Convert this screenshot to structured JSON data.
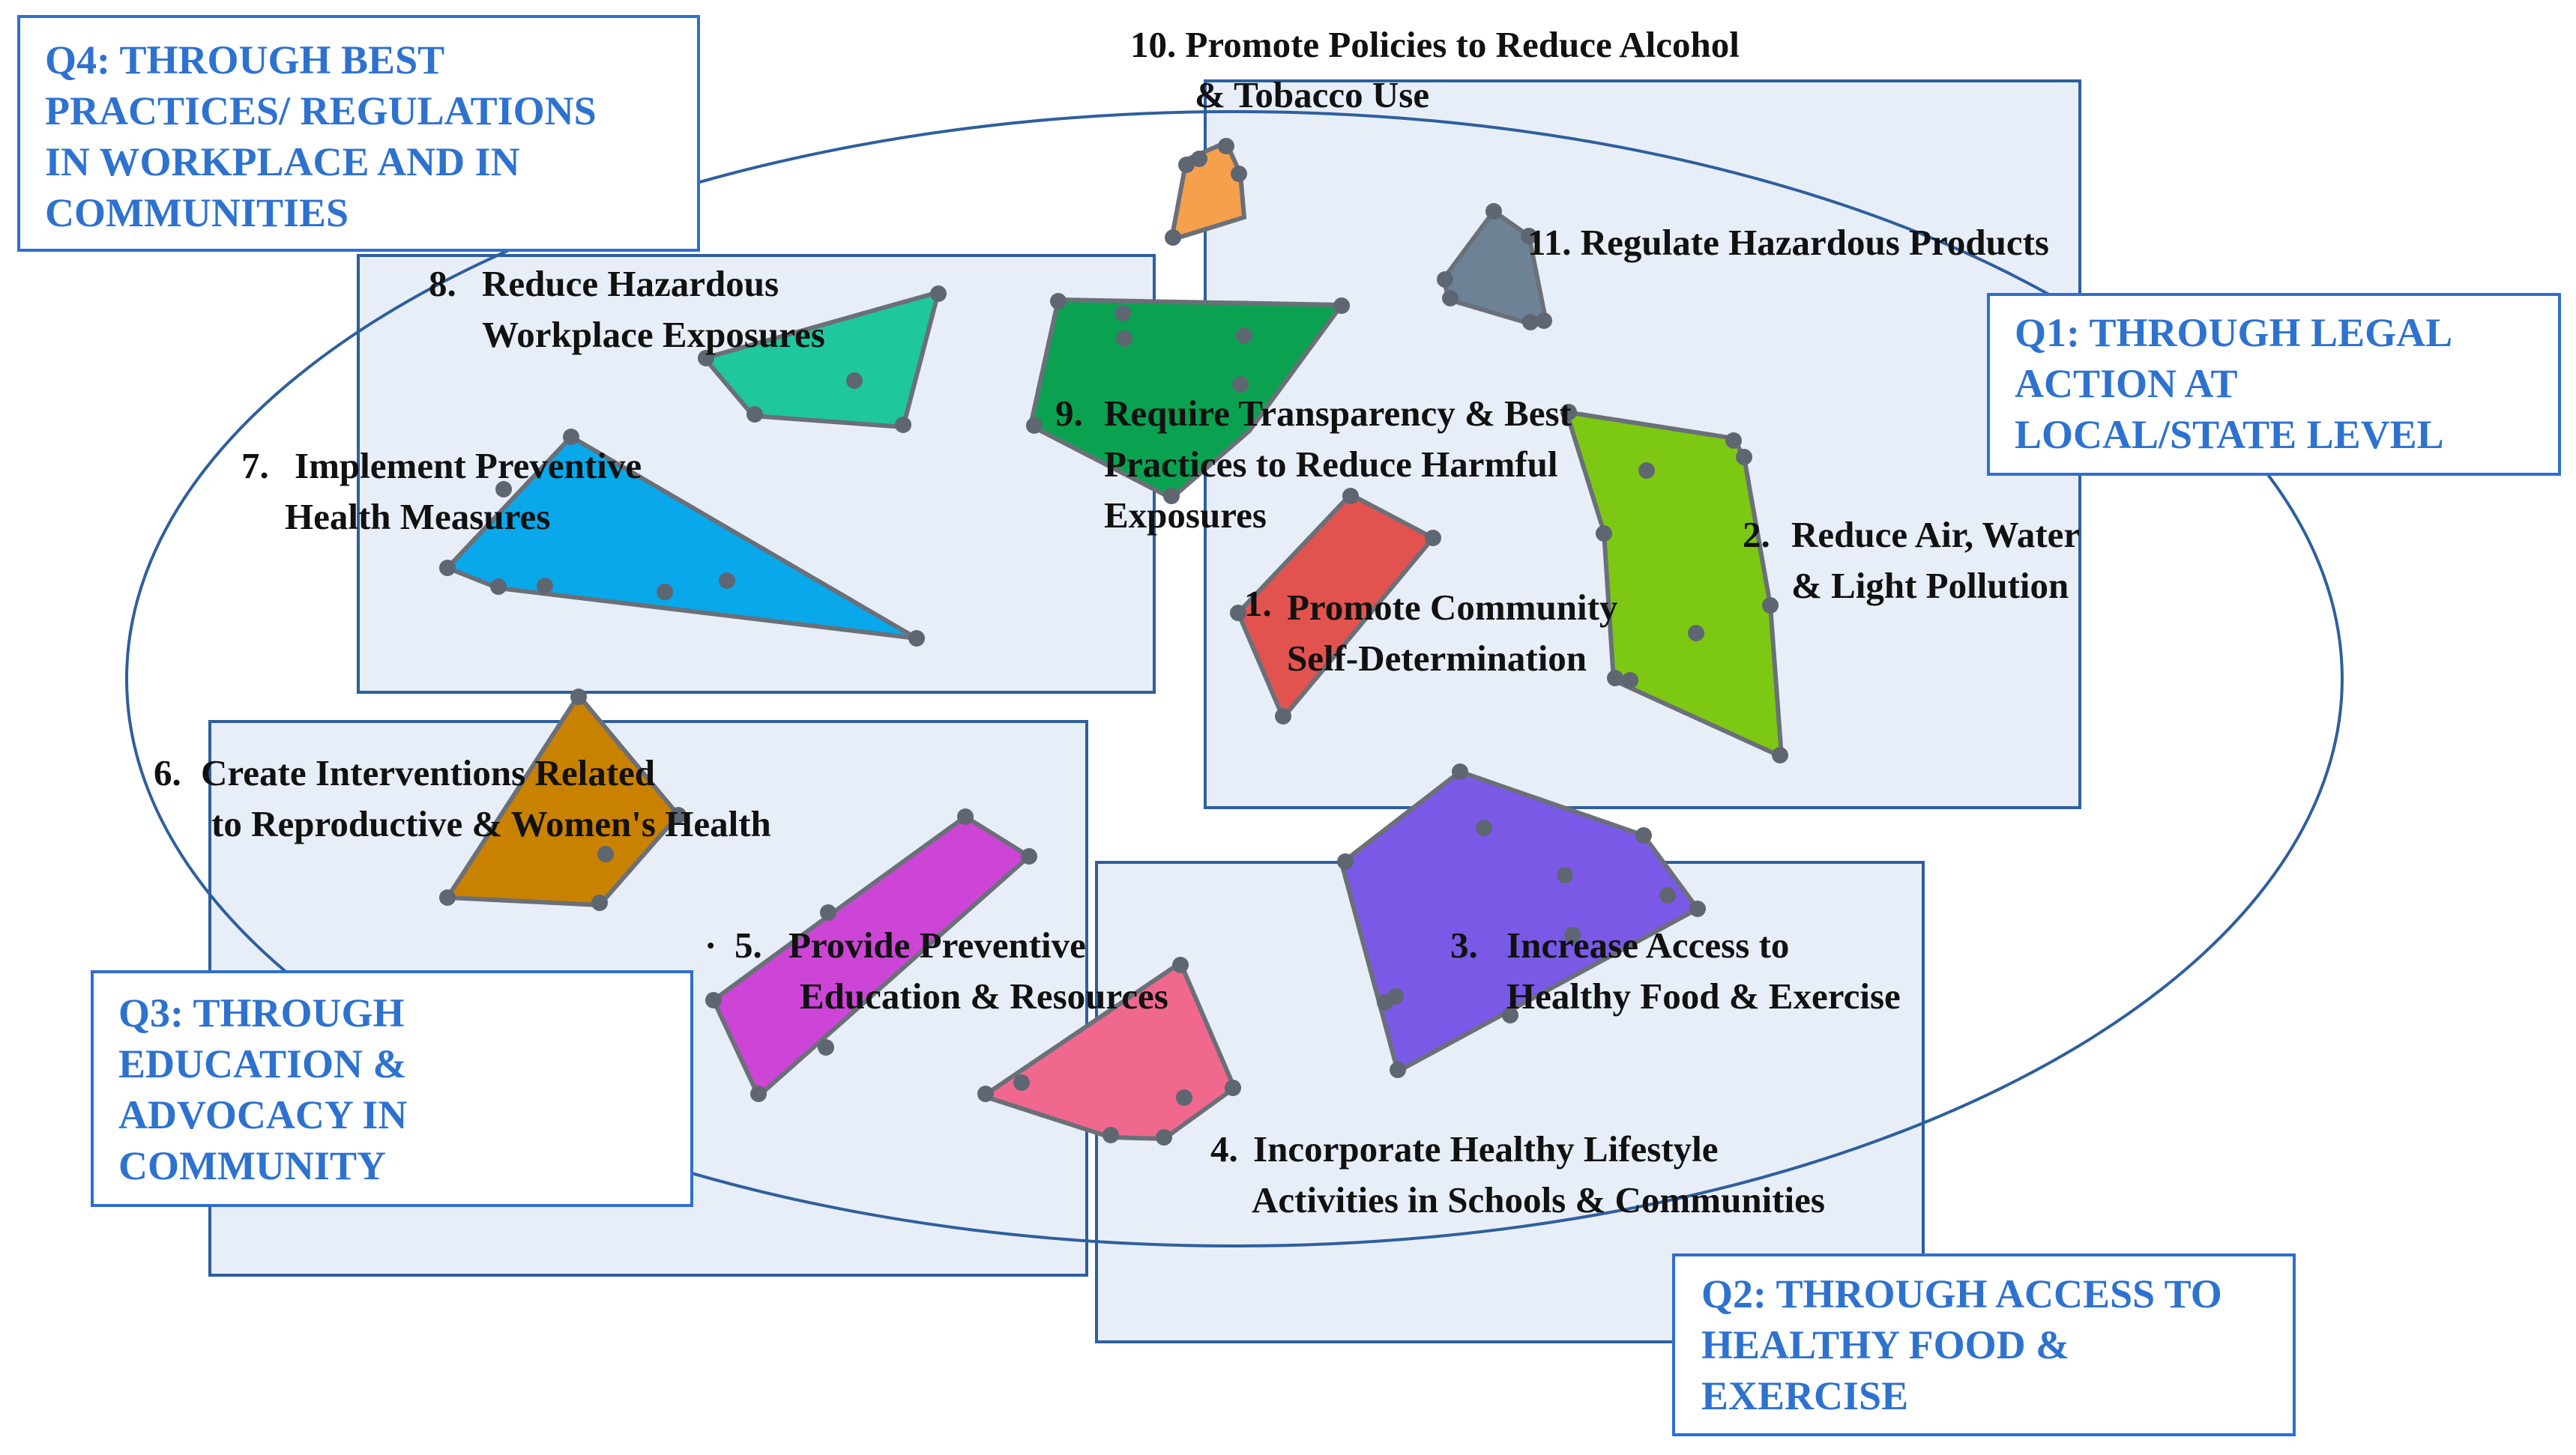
{
  "colors": {
    "quadrant_fill": "#e8eef8",
    "quadrant_stroke": "#2e5f9e",
    "ellipse_stroke": "#2e5f9e",
    "label_box_stroke": "#2e6fd1",
    "label_text": "#2e72cf",
    "point_fill": "#5e6672"
  },
  "quadrants": [
    {
      "id": "q1",
      "lines": [
        "Q1: THROUGH LEGAL",
        "ACTION AT",
        "LOCAL/STATE LEVEL"
      ]
    },
    {
      "id": "q2",
      "lines": [
        "Q2: THROUGH ACCESS TO",
        "HEALTHY FOOD &",
        "EXERCISE"
      ]
    },
    {
      "id": "q3",
      "lines": [
        "Q3: THROUGH",
        "EDUCATION &",
        "ADVOCACY IN",
        "COMMUNITY"
      ]
    },
    {
      "id": "q4",
      "lines": [
        "Q4: THROUGH BEST",
        "PRACTICES/ REGULATIONS",
        "IN WORKPLACE AND IN",
        "COMMUNITIES"
      ]
    }
  ],
  "clusters": [
    {
      "id": "c1",
      "number": "1.",
      "lines": [
        "Promote Community",
        "Self-Determination"
      ],
      "color": "#e2534f"
    },
    {
      "id": "c2",
      "number": "2.",
      "lines": [
        "Reduce Air, Water",
        "& Light Pollution"
      ],
      "color": "#7dc813"
    },
    {
      "id": "c3",
      "number": "3.",
      "lines": [
        "Increase Access to",
        "Healthy Food & Exercise"
      ],
      "color": "#7a59e6"
    },
    {
      "id": "c4",
      "number": "4.",
      "lines": [
        "Incorporate Healthy Lifestyle",
        "Activities in Schools & Communities"
      ],
      "color": "#f0688e"
    },
    {
      "id": "c5",
      "number": "5.",
      "lines": [
        "Provide Preventive",
        "Education & Resources"
      ],
      "color": "#cc45d6"
    },
    {
      "id": "c6",
      "number": "6.",
      "lines": [
        "Create Interventions Related",
        "to Reproductive & Women's Health"
      ],
      "color": "#c98100"
    },
    {
      "id": "c7",
      "number": "7.",
      "lines": [
        "Implement Preventive",
        "Health Measures"
      ],
      "color": "#08a8ea"
    },
    {
      "id": "c8",
      "number": "8.",
      "lines": [
        "Reduce Hazardous",
        "Workplace Exposures"
      ],
      "color": "#1ec79e"
    },
    {
      "id": "c9",
      "number": "9.",
      "lines": [
        "Require Transparency & Best",
        "Practices to Reduce Harmful",
        "Exposures"
      ],
      "color": "#0aa251"
    },
    {
      "id": "c10",
      "number": "10.",
      "lines": [
        "Promote Policies to Reduce Alcohol",
        "& Tobacco Use"
      ],
      "color": "#f5a04c"
    },
    {
      "id": "c11",
      "number": "11.",
      "lines": [
        "Regulate Hazardous Products"
      ],
      "color": "#6e8296"
    }
  ]
}
